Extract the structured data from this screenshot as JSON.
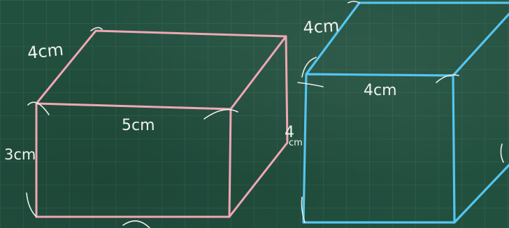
{
  "left_prism": {
    "depth_label": "4cm",
    "width_label": "5cm",
    "height_label": "3cm",
    "right_label_number": "4",
    "right_label_unit": "cm",
    "line_color": "#f0a7b4"
  },
  "right_cube": {
    "depth_label": "4cm",
    "width_label": "4cm",
    "line_color": "#54c6f0"
  }
}
